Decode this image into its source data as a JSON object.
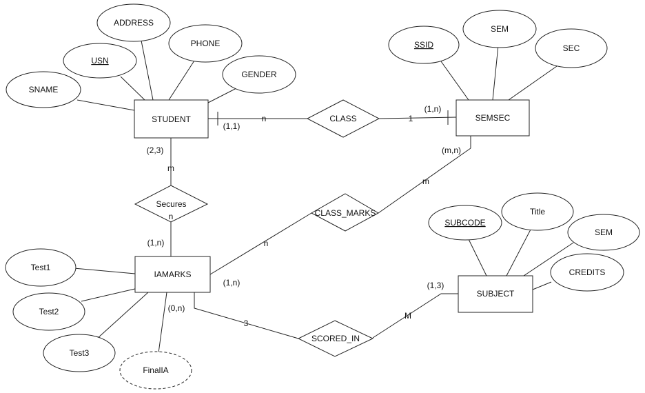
{
  "entities": {
    "student": "STUDENT",
    "semsec": "SEMSEC",
    "iamarks": "IAMARKS",
    "subject": "SUBJECT"
  },
  "relationships": {
    "class": "CLASS",
    "secures": "Secures",
    "class_marks": "CLASS_MARKS",
    "scored_in": "SCORED_IN"
  },
  "attributes": {
    "student": {
      "usn": "USN",
      "address": "ADDRESS",
      "phone": "PHONE",
      "sname": "SNAME",
      "gender": "GENDER"
    },
    "semsec": {
      "ssid": "SSID",
      "sem": "SEM",
      "sec": "SEC"
    },
    "subject": {
      "subcode": "SUBCODE",
      "title": "Title",
      "sem": "SEM",
      "credits": "CREDITS"
    },
    "iamarks": {
      "test1": "Test1",
      "test2": "Test2",
      "test3": "Test3",
      "finalia": "FinalIA"
    }
  },
  "labels": {
    "student_class_card": "(1,1)",
    "student_class_n": "n",
    "semsec_class_card": "(1,n)",
    "semsec_class_1": "1",
    "semsec_classmarks_card": "(m,n)",
    "semsec_classmarks_m": "m",
    "student_secures_card": "(2,3)",
    "student_secures_m": "m",
    "iamarks_secures_card": "(1,n)",
    "iamarks_secures_n": "n",
    "iamarks_classmarks_card": "(1,n)",
    "iamarks_classmarks_n": "n",
    "iamarks_scored_3": "3",
    "finalia_card": "(0,n)",
    "subject_card": "(1,3)",
    "subject_scored_m": "M"
  }
}
